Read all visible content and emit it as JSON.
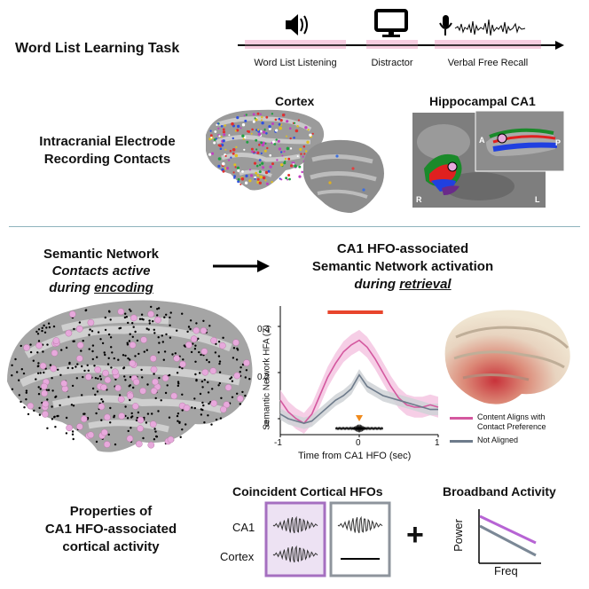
{
  "task": {
    "title": "Word List Learning Task",
    "phases": [
      "Word List Listening",
      "Distractor",
      "Verbal Free Recall"
    ]
  },
  "electrodes": {
    "title_line1": "Intracranial Electrode",
    "title_line2": "Recording Contacts",
    "cortex_label": "Cortex",
    "hippocampus_label": "Hippocampal CA1",
    "orient_R": "R",
    "orient_L": "L",
    "orient_A": "A",
    "orient_P": "P"
  },
  "semantic": {
    "title": "Semantic Network",
    "line2": "Contacts active",
    "line3_pre": "during ",
    "line3_ul": "encoding"
  },
  "ca1": {
    "title_line1": "CA1 HFO-associated",
    "title_line2": "Semantic Network activation",
    "line3_pre": "during ",
    "line3_ul": "retrieval"
  },
  "chart_data": {
    "type": "line",
    "xlabel": "Time from CA1 HFO (sec)",
    "ylabel": "Semantic Network HFA (Z)",
    "xlim": [
      -1,
      1
    ],
    "ylim": [
      -0.05,
      0.45
    ],
    "x_ticks": [
      "-1",
      "0",
      "1"
    ],
    "y_ticks": [
      "0",
      "0.2",
      "0.4"
    ],
    "x": [
      -1.0,
      -0.9,
      -0.8,
      -0.7,
      -0.6,
      -0.5,
      -0.4,
      -0.3,
      -0.2,
      -0.1,
      0.0,
      0.1,
      0.2,
      0.3,
      0.4,
      0.5,
      0.6,
      0.7,
      0.8,
      0.9,
      1.0
    ],
    "series": [
      {
        "name": "Content Aligns with Contact Preference",
        "color": "#d4589f",
        "band_color": "#f4c6e2",
        "values": [
          0.08,
          0.03,
          0.0,
          -0.02,
          0.02,
          0.1,
          0.18,
          0.24,
          0.29,
          0.32,
          0.34,
          0.31,
          0.26,
          0.2,
          0.14,
          0.09,
          0.06,
          0.05,
          0.05,
          0.06,
          0.05
        ],
        "band": 0.045
      },
      {
        "name": "Not Aligned",
        "color": "#6e7b8b",
        "band_color": "#cfd2d6",
        "values": [
          0.02,
          0.0,
          -0.01,
          -0.02,
          -0.01,
          0.02,
          0.05,
          0.08,
          0.1,
          0.13,
          0.19,
          0.14,
          0.12,
          0.1,
          0.09,
          0.08,
          0.07,
          0.06,
          0.05,
          0.04,
          0.04
        ],
        "band": 0.025
      }
    ],
    "significance_bar": [
      -0.4,
      0.3
    ],
    "significance_color": "#e8452c",
    "marker_color": "#f08a1c"
  },
  "properties": {
    "line1": "Properties of",
    "line2": "CA1 HFO-associated",
    "line3": "cortical activity"
  },
  "hfos": {
    "title": "Coincident Cortical HFOs",
    "ca1": "CA1",
    "cortex": "Cortex",
    "aligned_color": "#a56fc0",
    "aligned_fill": "#ede2f3",
    "not_aligned_color": "#8e949c"
  },
  "plus": "+",
  "broadband": {
    "title": "Broadband Activity",
    "ylabel": "Power",
    "xlabel": "Freq",
    "aligned_color": "#b764d4",
    "not_aligned_color": "#7b8896"
  },
  "colors": {
    "pink_bar": "#f7cde0",
    "divider": "#8fb3bd",
    "contact_pink": "#e7a9dc"
  }
}
